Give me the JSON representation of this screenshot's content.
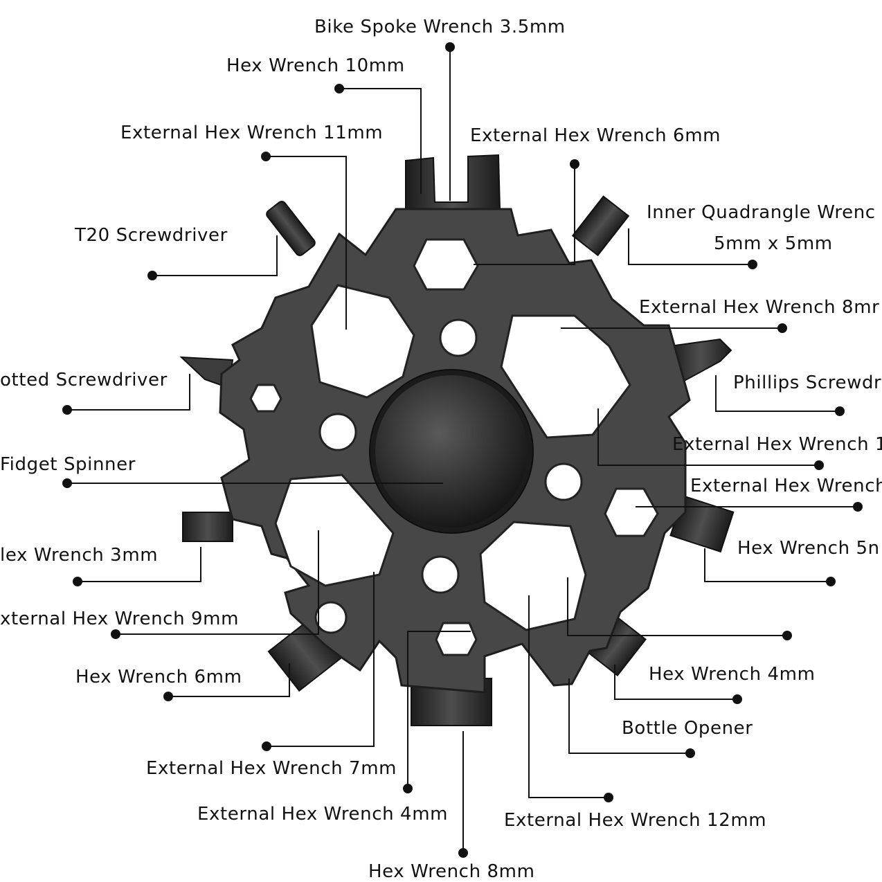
{
  "labels": {
    "bike_spoke": "Bike Spoke Wrench 3.5mm",
    "hex10": "Hex Wrench 10mm",
    "ext11": "External Hex Wrench 11mm",
    "ext6": "External Hex Wrench 6mm",
    "t20": "T20 Screwdriver",
    "inner_quad": "Inner Quadrangle Wrenc",
    "inner_quad_size": "5mm x 5mm",
    "ext8": "External Hex Wrench 8mr",
    "slotted": "otted Screwdriver",
    "phillips": "Phillips Screwdr",
    "ext1x": "External Hex Wrench 1",
    "fidget": "Fidget Spinner",
    "ext_right": "External Hex Wrench",
    "hex3": "lex Wrench 3mm",
    "hex5": "Hex Wrench 5n",
    "ext9": "xternal Hex Wrench 9mm",
    "hex6": "Hex Wrench 6mm",
    "hex4": "Hex Wrench 4mm",
    "bottle": "Bottle Opener",
    "ext7": "External Hex Wrench 7mm",
    "ext4": "External Hex Wrench 4mm",
    "ext12": "External Hex Wrench 12mm",
    "hex8": "Hex Wrench 8mm"
  },
  "colors": {
    "tool_body": "#4a4a4a",
    "tool_edge": "#2b2b2b",
    "hole": "#ffffff",
    "text": "#111111"
  }
}
